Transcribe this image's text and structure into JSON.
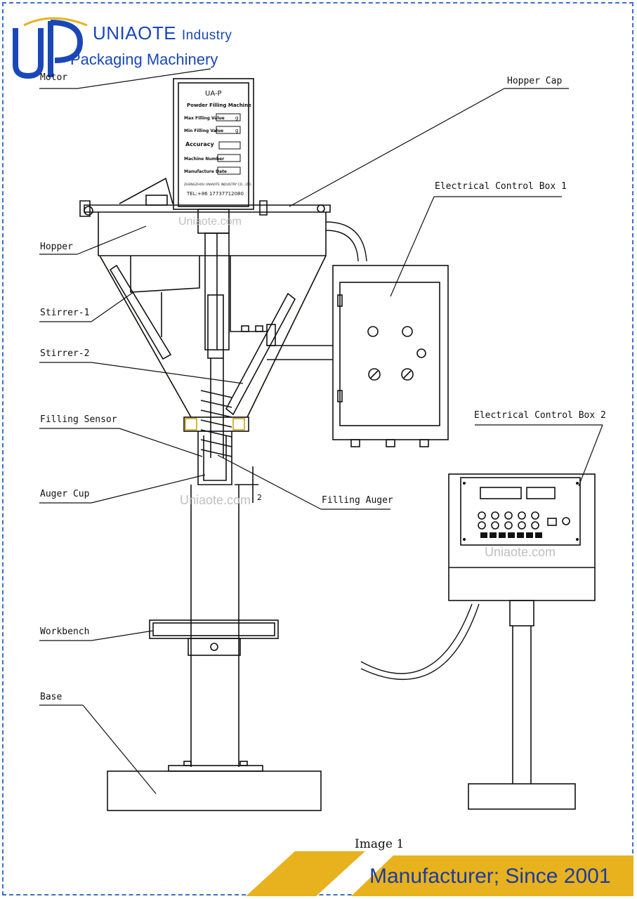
{
  "brand": {
    "name": "UNIAOTE",
    "name_suffix": "Industry",
    "subtitle": "Packaging Machinery",
    "logo_letters": "UP"
  },
  "labels": {
    "motor": "Motor",
    "hopper_cap": "Hopper Cap",
    "electrical_control_box_1": "Electrical Control Box 1",
    "hopper": "Hopper",
    "stirrer_1": "Stirrer-1",
    "stirrer_2": "Stirrer-2",
    "filling_sensor": "Filling Sensor",
    "auger_cup": "Auger Cup",
    "filling_auger": "Filling Auger",
    "electrical_control_box_2": "Electrical Control Box 2",
    "workbench": "Workbench",
    "base": "Base"
  },
  "nameplate": {
    "model": "UA-P",
    "title": "Powder Filling Machine",
    "row1": "Max Filling Value",
    "row2": "Min Filling Value",
    "row3": "Accuracy",
    "row4": "Machine Number",
    "row5": "Manufacture Date",
    "company": "ZHENGZHOU UNIAOTE INDUSTRY CO., LTD.",
    "tel": "TEL:+86 17737712080",
    "unit": "g"
  },
  "watermarks": {
    "text": "Uniaote.com"
  },
  "dimension_mark": "2",
  "caption": "Image 1",
  "footer": {
    "text": "Manufacturer; Since 2001"
  },
  "colors": {
    "brand_blue": "#1a47b8",
    "footer_gold": "#e8b21e",
    "footer_text": "#1b3c9e",
    "frame_blue": "#3a6fd0",
    "line": "#111111",
    "accent_yellow": "#c9a21a"
  }
}
